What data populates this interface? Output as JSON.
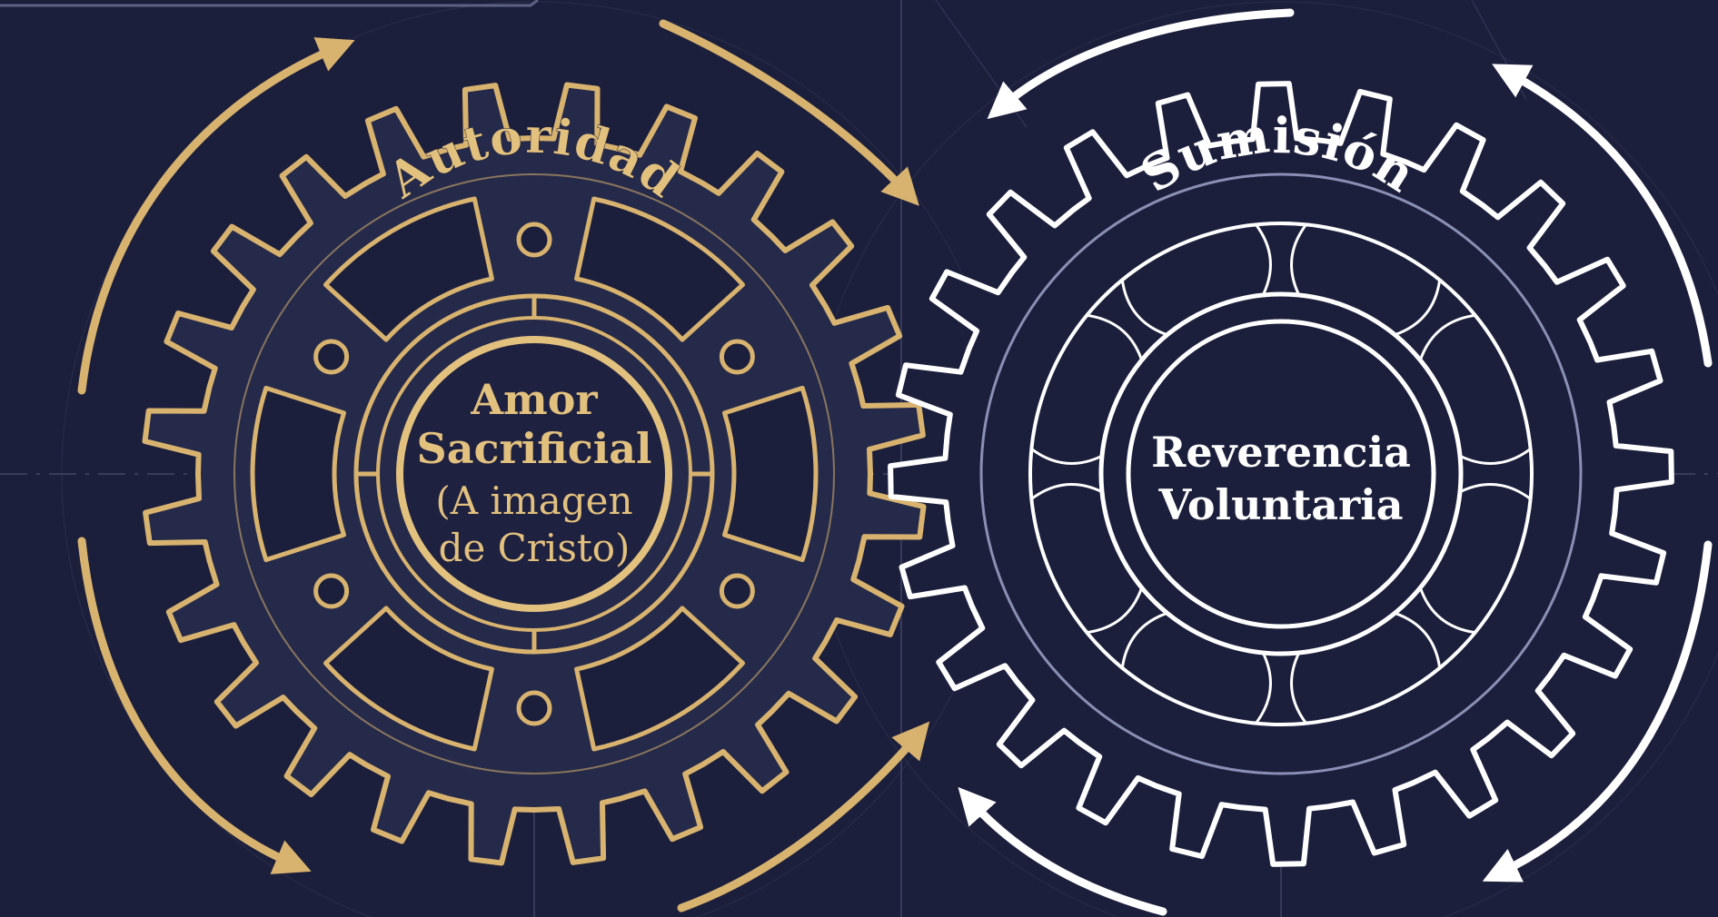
{
  "diagram": {
    "left_gear": {
      "title": "Autoridad",
      "center_line1": "Amor",
      "center_line2": "Sacrificial",
      "center_line3": "(A imagen",
      "center_line4": "de Cristo)",
      "color": "#d8b36f"
    },
    "right_gear": {
      "title": "Sumisión",
      "center_line1": "Reverencia",
      "center_line2": "Voluntaria",
      "color": "#ffffff"
    },
    "background_color": "#1c1f3c",
    "blueprint_line_color": "#5c6283"
  }
}
